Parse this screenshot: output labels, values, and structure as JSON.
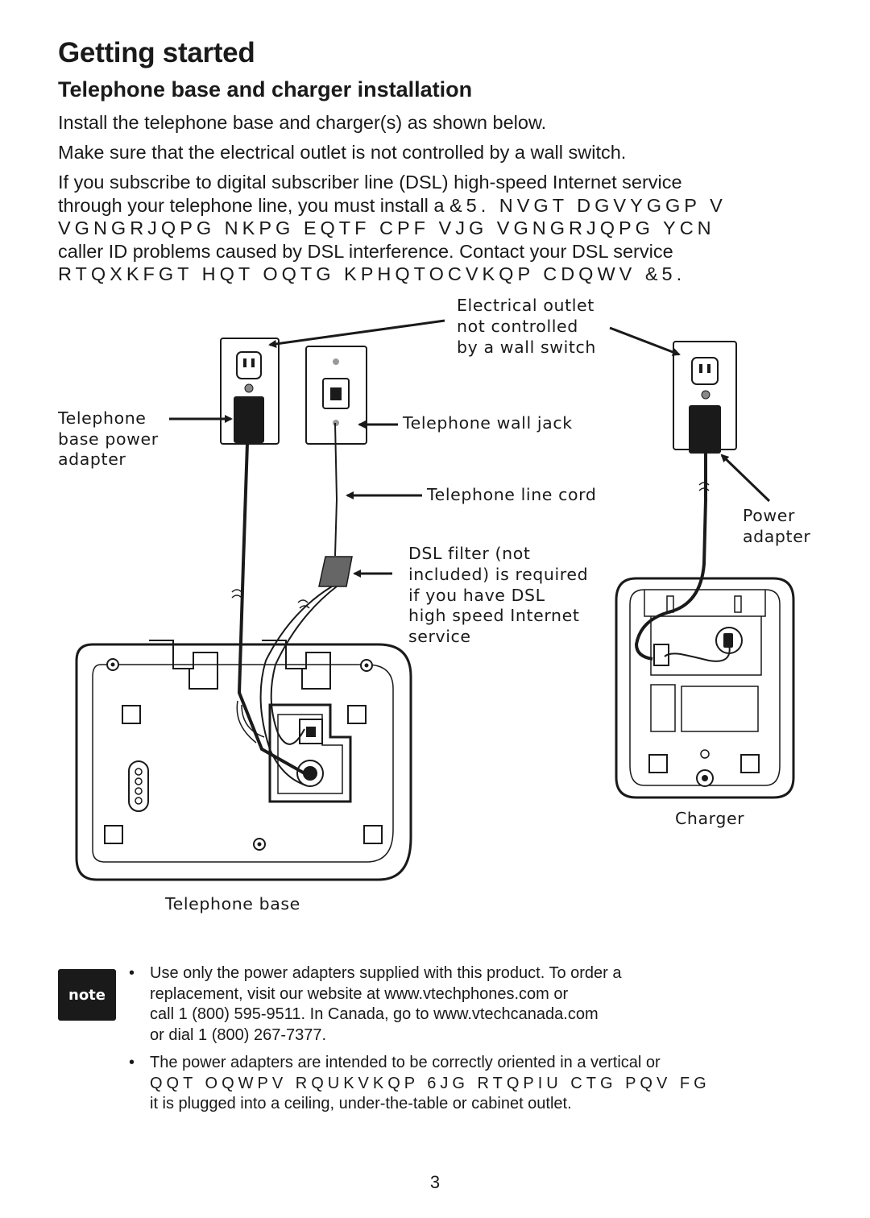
{
  "header": {
    "page_title": "Getting started",
    "section_title": "Telephone base and charger installation"
  },
  "body": {
    "p1": "Install the telephone base and charger(s) as shown below.",
    "p2": "Make sure that the electrical outlet is not controlled by a wall switch.",
    "p3_line1": "If you subscribe to digital subscriber line (DSL) high-speed Internet service",
    "p3_line2_a": "through your telephone line, you must install a ",
    "p3_line2_b": "&5.  NVGT DGVYGGP V",
    "p3_line3": "VGNGRJQPG NKPG EQTF CPF VJG VGNGRJQPG YCN",
    "p3_line4": "caller ID problems caused by DSL interference. Contact your DSL service",
    "p3_line5": "RTQXKFGT HQT OQTG KPHQTOCVKQP CDQWV &5."
  },
  "diagram": {
    "outlet_label": [
      "Electrical outlet",
      "not controlled",
      "by a wall switch"
    ],
    "base_adapter_label": [
      "Telephone",
      "base power",
      "adapter"
    ],
    "wall_jack_label": "Telephone wall jack",
    "line_cord_label": "Telephone line cord",
    "dsl_filter_label": [
      "DSL filter (not",
      "included) is required",
      "if you have DSL",
      "high speed Internet",
      "service"
    ],
    "power_adapter_label": [
      "Power",
      "adapter"
    ],
    "charger_label": "Charger",
    "base_label": "Telephone base"
  },
  "note": {
    "badge": "note",
    "bullet": "•",
    "item1": [
      "Use only the power adapters supplied with this product. To order a",
      "replacement, visit our website at www.vtechphones.com or",
      "call 1 (800) 595-9511. In Canada, go to www.vtechcanada.com",
      "or dial 1 (800) 267-7377."
    ],
    "item2": [
      "The power adapters are intended to be correctly oriented in a vertical or",
      "QQT OQWPV RQUKVKQP  6JG RTQPIU CTG PQV FG",
      "it is plugged into a ceiling, under-the-table or cabinet outlet."
    ]
  },
  "footer": {
    "page_number": "3"
  }
}
